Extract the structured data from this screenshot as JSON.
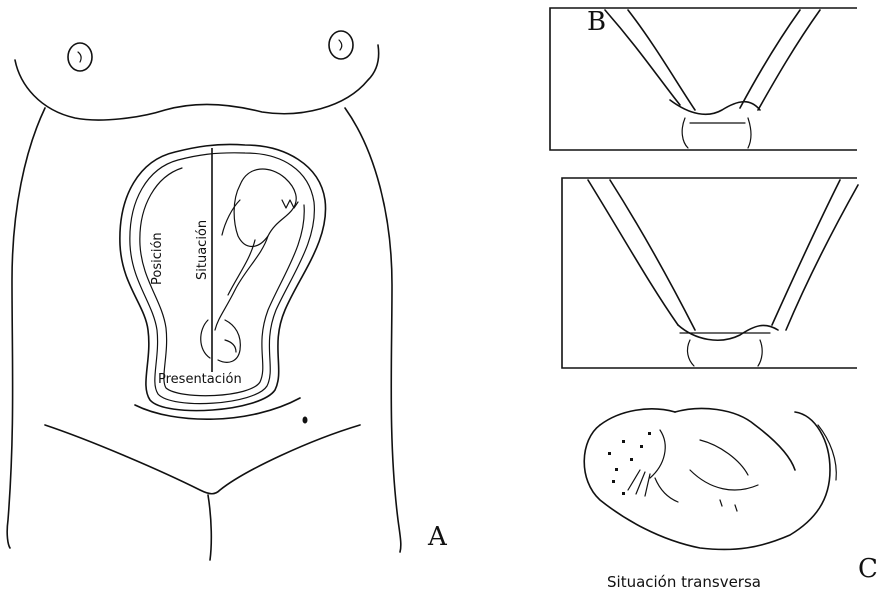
{
  "panels": {
    "a": {
      "letter": "A",
      "labels": {
        "position": "Posición",
        "situation": "Situación",
        "presentation": "Presentación"
      }
    },
    "b": {
      "letter": "B"
    },
    "c": {
      "letter": "C",
      "caption": "Situación transversa"
    }
  },
  "colors": {
    "ink": "#111111",
    "background": "#ffffff"
  }
}
